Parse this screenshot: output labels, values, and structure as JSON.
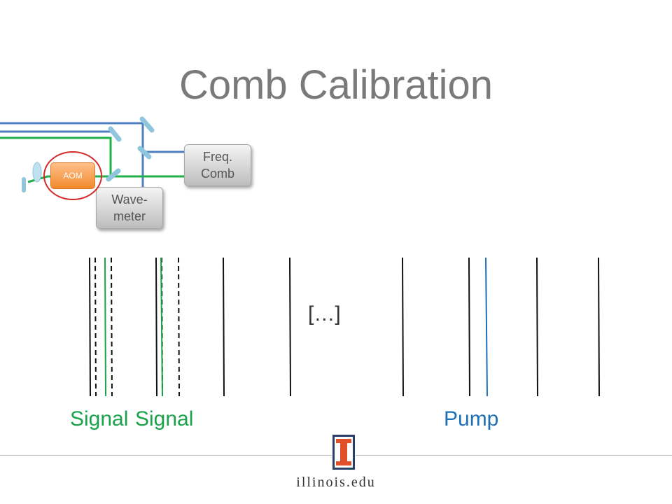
{
  "title": "Comb Calibration",
  "setup": {
    "freq_comb_label": "Freq.\nComb",
    "wavemeter_label": "Wave-\nmeter",
    "aom_label": "AOM"
  },
  "spectrum": {
    "ellipsis": "[…]",
    "signal_label_1": "Signal",
    "signal_label_2": "Signal",
    "pump_label": "Pump"
  },
  "footer": {
    "domain": "illinois.edu",
    "logo_letter": "I"
  },
  "colors": {
    "title": "#7a7a7a",
    "signal": "#1aa34a",
    "pump": "#1f6fb5",
    "beam_blue": "#4f7fbf",
    "beam_green": "#22b04a",
    "aom_ring": "#d42a2a",
    "logo_orange": "#e2502a",
    "logo_blue": "#2b3f6b"
  }
}
